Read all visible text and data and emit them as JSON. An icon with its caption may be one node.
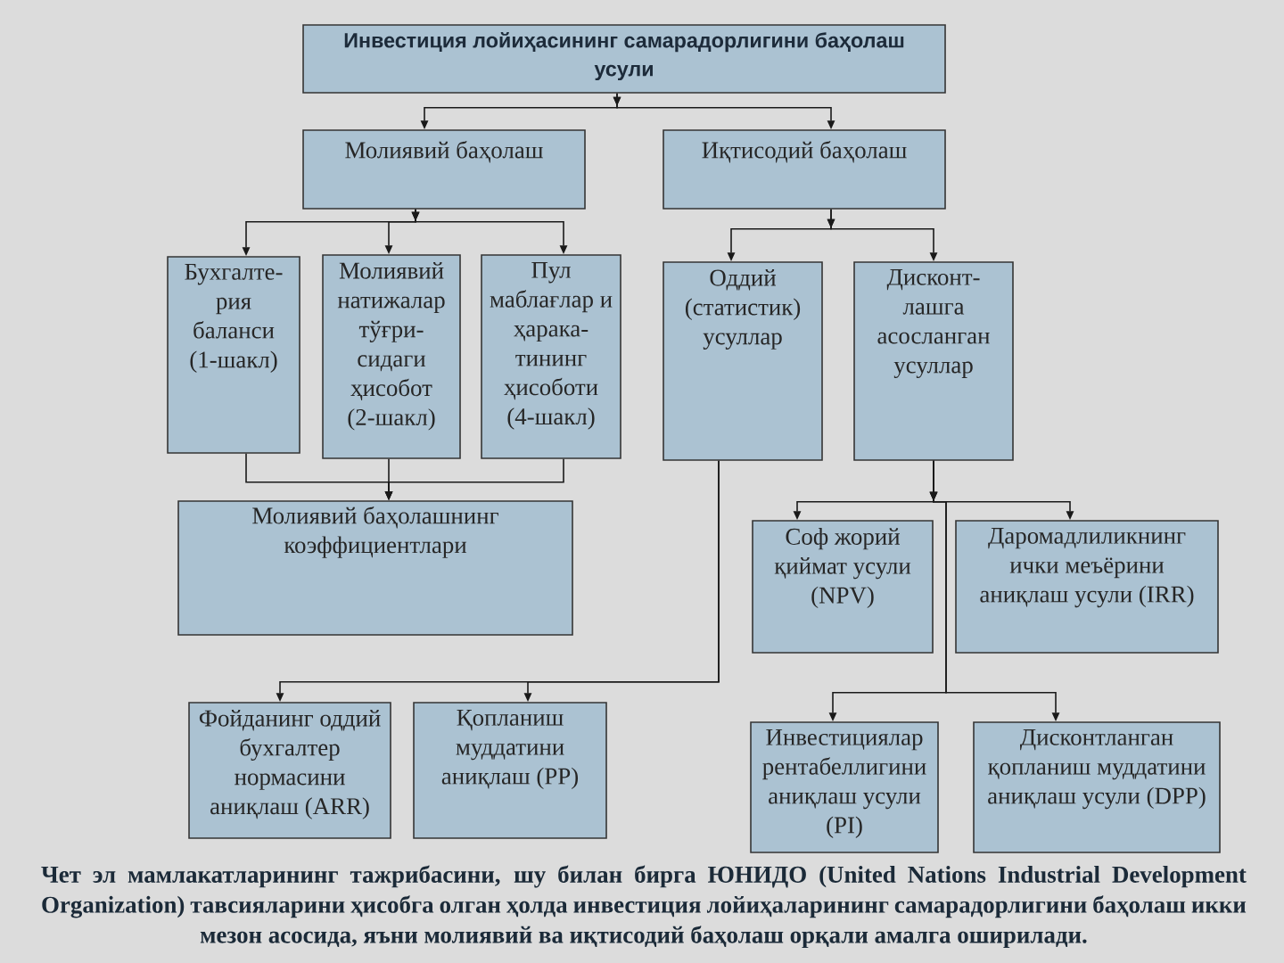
{
  "diagram": {
    "nodes": [
      {
        "text": [
          "Инвестиция лойиҳасининг самарадорлигини баҳолаш усули"
        ]
      },
      {
        "text": [
          "Молиявий баҳолаш"
        ]
      },
      {
        "text": [
          "Иқтисодий баҳолаш"
        ]
      },
      {
        "text": [
          "Бухгалте- рия баланси (1-шакл)"
        ]
      },
      {
        "text": [
          "Молиявий натижалар тўғри- сидаги ҳисобот (2-шакл)"
        ]
      },
      {
        "text": [
          "Пул маблағлар и ҳарака- тининг ҳисоботи (4-шакл)"
        ]
      },
      {
        "text": [
          "Оддий (статистик) усуллар"
        ]
      },
      {
        "text": [
          "Дисконт- лашга асосланган усуллар"
        ]
      },
      {
        "text": [
          "Молиявий баҳолашнинг коэффициентлари"
        ]
      },
      {
        "text": [
          "Соф жорий қиймат усули (NPV)"
        ]
      },
      {
        "text": [
          "Даромадлиликнинг ички меъёрини аниқлаш усули (IRR)"
        ]
      },
      {
        "text": [
          "Фойданинг оддий бухгалтер нормасини аниқлаш (ARR)"
        ]
      },
      {
        "text": [
          "Қопланиш муддатини аниқлаш (PP)"
        ]
      },
      {
        "text": [
          "Инвестициялар рентабеллигини аниқлаш усули (PI)"
        ]
      },
      {
        "text": [
          "Дисконтланган қопланиш муддатини аниқлаш усули (DPP)"
        ]
      }
    ],
    "edges": [
      {
        "from": 0,
        "to": 1,
        "arrow": "to"
      },
      {
        "from": 0,
        "to": 2,
        "arrow": "to"
      },
      {
        "from": 1,
        "to": 3,
        "arrow": "to"
      },
      {
        "from": 1,
        "to": 4,
        "arrow": "to"
      },
      {
        "from": 1,
        "to": 5,
        "arrow": "to"
      },
      {
        "from": 2,
        "to": 6,
        "arrow": "to"
      },
      {
        "from": 2,
        "to": 7,
        "arrow": "to"
      },
      {
        "from": 3,
        "to": 8,
        "arrow": "to"
      },
      {
        "from": 4,
        "to": 8,
        "arrow": "to"
      },
      {
        "from": 5,
        "to": 8,
        "arrow": "to"
      },
      {
        "from": 6,
        "to": 11,
        "arrow": "to"
      },
      {
        "from": 6,
        "to": 12,
        "arrow": "to"
      },
      {
        "from": 7,
        "to": 9,
        "arrow": "to"
      },
      {
        "from": 7,
        "to": 10,
        "arrow": "to"
      },
      {
        "from": 7,
        "to": 13,
        "arrow": "to"
      },
      {
        "from": 7,
        "to": 14,
        "arrow": "to"
      }
    ],
    "caption": "Чет эл мамлакатларининг тажрибасини, шу билан бирга ЮНИДО (United Nations Industrial Development Organization) тавсияларини ҳисобга олган ҳолда инвестиция лойиҳаларининг самарадорлигини баҳолаш икки мезон асосида, яъни молиявий ва иқтисодий баҳолаш орқали амалга оширилади."
  }
}
